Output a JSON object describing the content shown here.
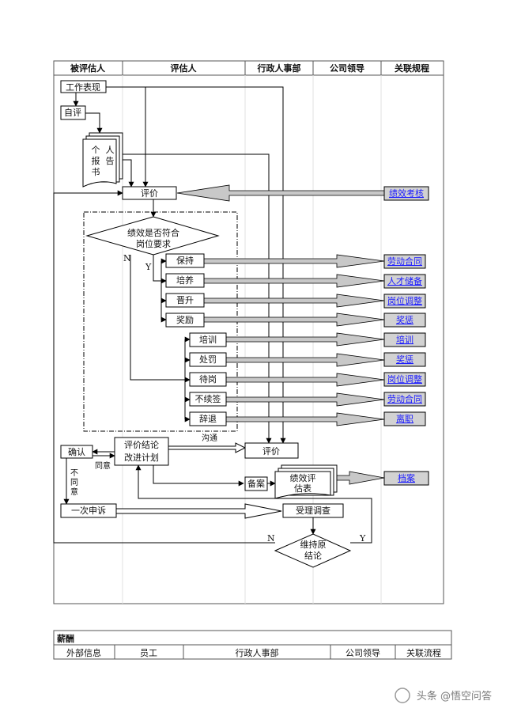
{
  "header": {
    "columns": [
      "被评估人",
      "评估人",
      "行政人事部",
      "公司领导",
      "关联规程"
    ]
  },
  "nodes": {
    "work_performance": "工作表现",
    "self_eval": "自评",
    "personal_report": [
      "个",
      "人",
      "报",
      "告",
      "书"
    ],
    "evaluation": "评价",
    "decision": [
      "绩效是否符合",
      "岗位要求"
    ],
    "yes": "Y",
    "no": "N",
    "keep": "保持",
    "cultivate": "培养",
    "promote": "晋升",
    "reward": "奖励",
    "training": "培训",
    "punish": "处罚",
    "standby": "待岗",
    "no_renew": "不续签",
    "dismiss": "辞退",
    "confirm": "确认",
    "conclusion": [
      "评价结论",
      "改进计划"
    ],
    "communicate": "沟通",
    "evaluation2": "评价",
    "agree": "同意",
    "disagree": [
      "不",
      "同",
      "意"
    ],
    "file_record": "备案",
    "eval_form": [
      "绩效评",
      "估表"
    ],
    "appeal": "一次申诉",
    "investigate": "受理调查",
    "maintain": [
      "维持原",
      "结论"
    ],
    "n2": "N",
    "y2": "Y"
  },
  "links": {
    "perf_review": "绩效考核",
    "labor_contract": "劳动合同",
    "talent_reserve": "人才储备",
    "position_adjust": "岗位调整",
    "rewards_punish": "奖惩",
    "training": "培训",
    "rewards_punish2": "奖惩",
    "position_adjust2": "岗位调整",
    "labor_contract2": "劳动合同",
    "resign": "离职",
    "archive": "档案"
  },
  "table2": {
    "title": "薪酬",
    "columns": [
      "外部信息",
      "员工",
      "行政人事部",
      "公司领导",
      "关联流程"
    ]
  },
  "watermark": "头条 @悟空问答",
  "colors": {
    "link_box": "#d2d2d2",
    "link_text": "#1a1aff",
    "arrow_fill": "#c8c8c8"
  }
}
